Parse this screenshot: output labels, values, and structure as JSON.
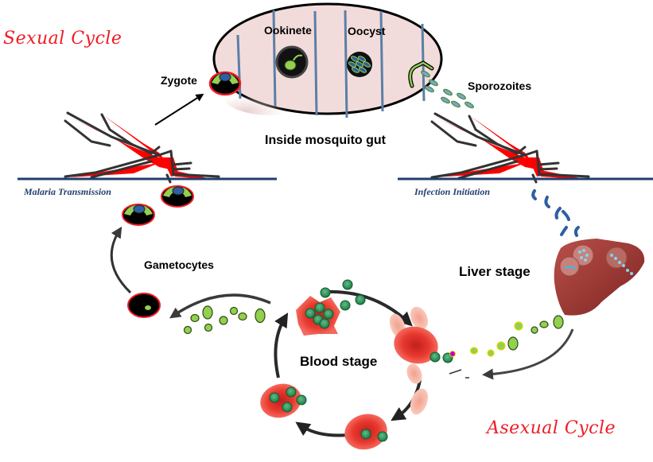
{
  "title_labels": {
    "sexual_cycle": "Sexual Cycle",
    "asexual_cycle": "Asexual Cycle"
  },
  "stage_labels": {
    "ookinete": "Ookinete",
    "oocyst": "Oocyst",
    "zygote": "Zygote",
    "sporozoites": "Sporozoites",
    "mosquito_gut": "Inside mosquito gut",
    "gametocytes": "Gametocytes",
    "liver_stage": "Liver stage",
    "blood_stage": "Blood stage"
  },
  "event_labels": {
    "malaria_transmission": "Malaria Transmission",
    "infection_initiation": "Infection Initiation"
  },
  "colors": {
    "script_red": "#ee1c25",
    "mosquito_red": "#ff0000",
    "ground_line": "#1f3f6e",
    "gut_fill": "#f2dcdb",
    "parasite_green": "#92d050",
    "rbc_red": "#e8382e",
    "liver": "#a33a36",
    "sporozoite_blue": "#2e5fa0"
  }
}
